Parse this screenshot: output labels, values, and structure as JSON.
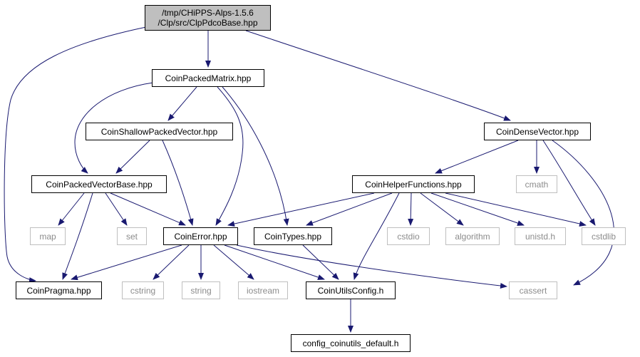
{
  "graph": {
    "root": {
      "id": "root",
      "line1": "/tmp/CHiPPS-Alps-1.5.6",
      "line2": "/Clp/src/ClpPdcoBase.hpp"
    },
    "nodes": {
      "CoinPackedMatrix": "CoinPackedMatrix.hpp",
      "CoinDenseVector": "CoinDenseVector.hpp",
      "CoinShallowPackedVector": "CoinShallowPackedVector.hpp",
      "CoinPackedVectorBase": "CoinPackedVectorBase.hpp",
      "CoinHelperFunctions": "CoinHelperFunctions.hpp",
      "cmath": "cmath",
      "map": "map",
      "set": "set",
      "CoinError": "CoinError.hpp",
      "CoinTypes": "CoinTypes.hpp",
      "cstdio": "cstdio",
      "algorithm": "algorithm",
      "unistd": "unistd.h",
      "cstdlib": "cstdlib",
      "CoinPragma": "CoinPragma.hpp",
      "cstring": "cstring",
      "string": "string",
      "iostream": "iostream",
      "CoinUtilsConfig": "CoinUtilsConfig.h",
      "cassert": "cassert",
      "config": "config_coinutils_default.h"
    },
    "colors": {
      "edge": "#191970",
      "border": "#000000",
      "system_border": "#bfbfbf",
      "system_text": "#8c8c8c",
      "root_fill": "#bfbfbf"
    }
  }
}
